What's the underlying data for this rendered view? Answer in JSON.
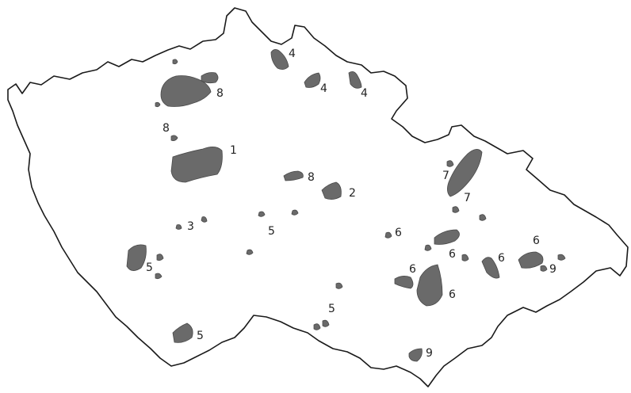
{
  "map": {
    "region_color": "#6a6a6a",
    "border_color": "#1a1a1a",
    "labels": [
      "4",
      "4",
      "4",
      "8",
      "8",
      "1",
      "8",
      "2",
      "3",
      "5",
      "5",
      "6",
      "6",
      "6",
      "6",
      "6",
      "6",
      "9",
      "7",
      "7",
      "5",
      "5",
      "9"
    ]
  }
}
